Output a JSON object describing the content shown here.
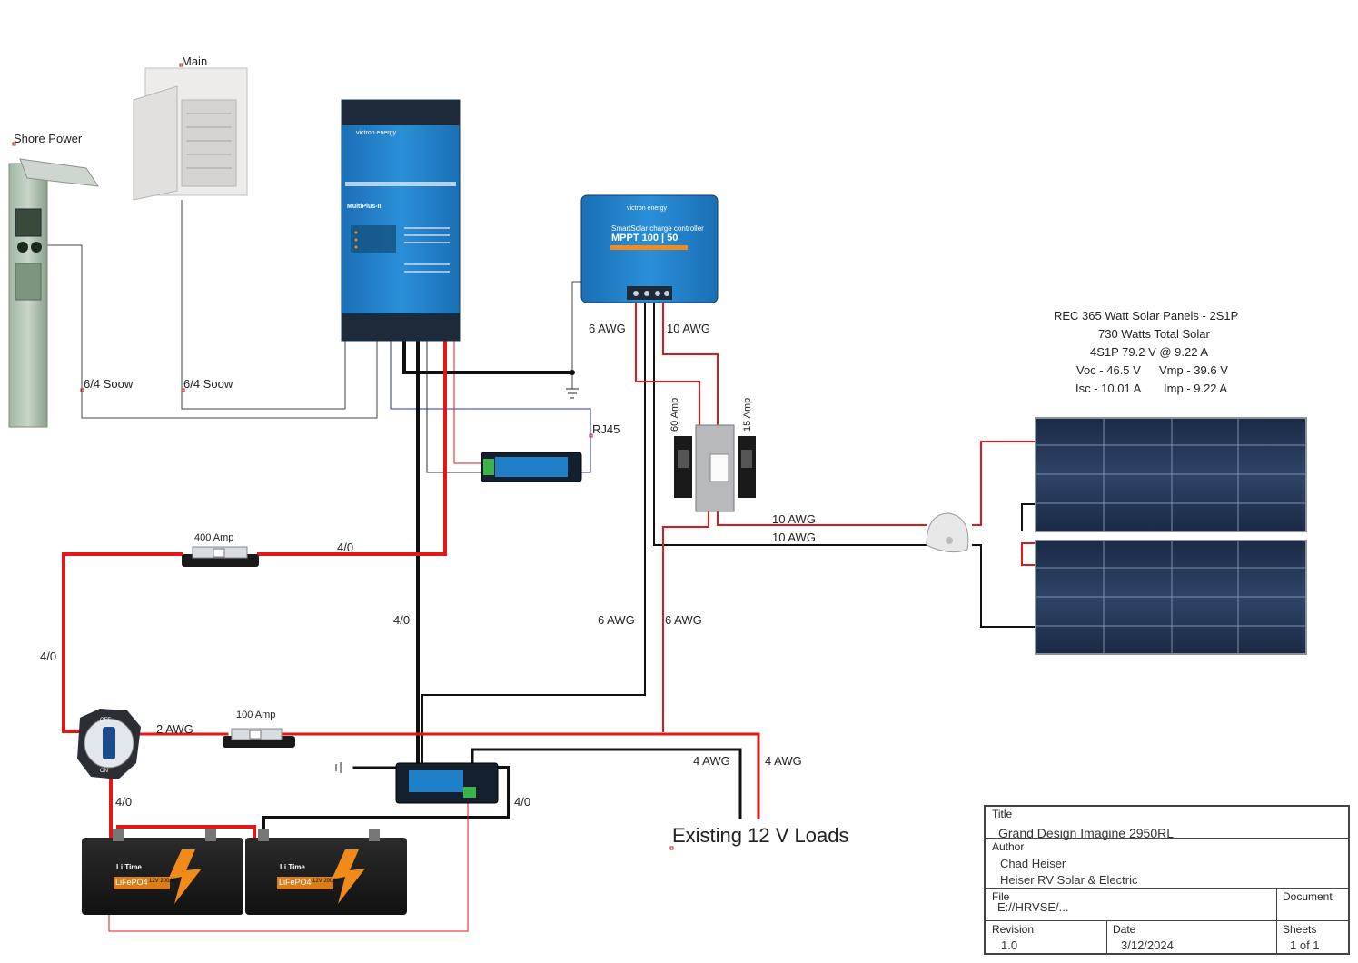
{
  "labels": {
    "shore_power": "Shore Power",
    "main": "Main",
    "soow1": "6/4 Soow",
    "soow2": "6/4 Soow",
    "rj45": "RJ45",
    "awg6_a": "6 AWG",
    "awg10_a": "10 AWG",
    "amp60": "60 Amp",
    "amp15": "15 Amp",
    "awg10_b": "10 AWG",
    "awg10_c": "10 AWG",
    "amp400": "400 Amp",
    "c40_a": "4/0",
    "c40_b": "4/0",
    "c40_c": "4/0",
    "c40_d": "4/0",
    "c40_e": "4/0",
    "awg6_b": "6 AWG",
    "awg6_c": "6 AWG",
    "awg2": "2 AWG",
    "amp100": "100 Amp",
    "awg4_a": "4 AWG",
    "awg4_b": "4 AWG",
    "loads": "Existing 12 V Loads"
  },
  "devices": {
    "inverter_brand": "victron energy",
    "inverter_model": "MultiPlus-II",
    "mppt_brand": "victron energy",
    "mppt_sub": "SmartSolar charge controller",
    "mppt_model": "MPPT 100 | 50",
    "battery_brand": "Li Time",
    "battery_chem": "LiFePO4",
    "battery_spec": "12V 200Ah",
    "switch_off": "OFF",
    "switch_on": "ON"
  },
  "solar_specs": {
    "line1": "REC 365 Watt Solar Panels - 2S1P",
    "line2": "730 Watts Total Solar",
    "line3": "4S1P 79.2 V @ 9.22 A",
    "voc": "Voc - 46.5 V",
    "vmp": "Vmp - 39.6 V",
    "isc": "Isc - 10.01 A",
    "imp": "Imp - 9.22 A"
  },
  "title_block": {
    "title_label": "Title",
    "title": "Grand Design Imagine 2950RL",
    "author_label": "Author",
    "author": "Chad Heiser",
    "company": "Heiser RV Solar & Electric",
    "file_label": "File",
    "file": "E://HRVSE/...",
    "document_label": "Document",
    "revision_label": "Revision",
    "revision": "1.0",
    "date_label": "Date",
    "date": "3/12/2024",
    "sheets_label": "Sheets",
    "sheets": "1 of 1"
  },
  "colors": {
    "positive": "#e01818",
    "negative": "#111111",
    "ac": "#444444",
    "comm": "#2a35a0",
    "victron_blue": "#1f7fc8"
  }
}
